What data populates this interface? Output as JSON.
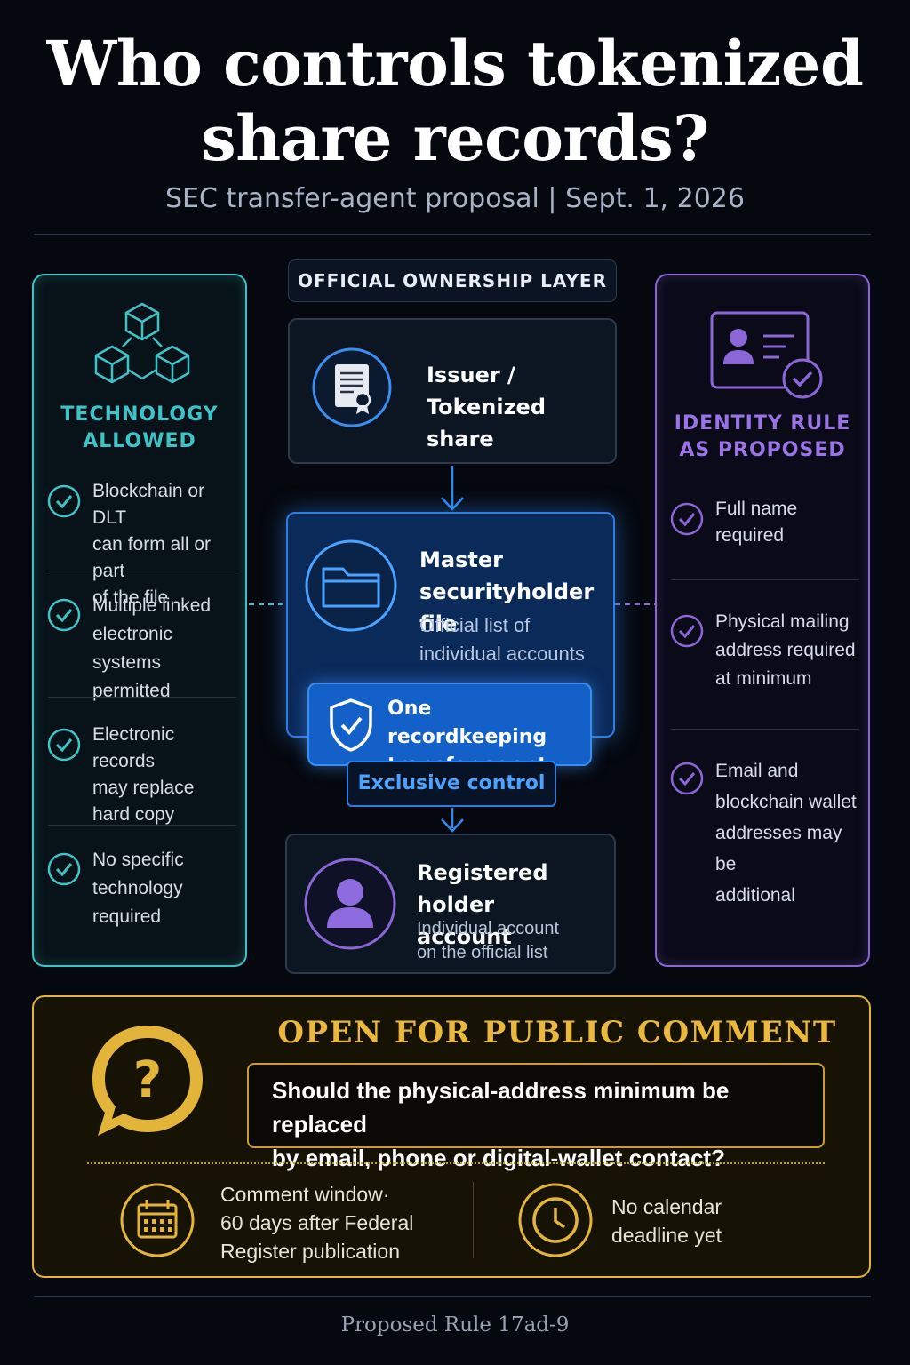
{
  "header": {
    "title_line1": "Who controls tokenized",
    "title_line2": "share records?",
    "subtitle": "SEC transfer-agent proposal | Sept. 1, 2026"
  },
  "technology": {
    "heading_line1": "TECHNOLOGY",
    "heading_line2": "ALLOWED",
    "icon": "blocks-icon",
    "accent": "#3fc3c6",
    "items": [
      {
        "lines": [
          "Blockchain or DLT",
          "can form all or part",
          "of the file"
        ]
      },
      {
        "lines": [
          "Multiple linked",
          "electronic systems",
          "permitted"
        ]
      },
      {
        "lines": [
          "Electronic records",
          "may replace",
          "hard copy"
        ]
      },
      {
        "lines": [
          "No specific",
          "technology",
          "required"
        ]
      }
    ]
  },
  "center": {
    "layer_label": "OFFICIAL OWNERSHIP LAYER",
    "issuer": {
      "title_line1": "Issuer /",
      "title_line2": "Tokenized share",
      "icon": "certificate-icon"
    },
    "master": {
      "title_line1": "Master",
      "title_line2": "securityholder file",
      "sub_line1": "Official list of",
      "sub_line2": "individual accounts",
      "icon": "folder-icon"
    },
    "agent": {
      "title_line1": "One recordkeeping",
      "title_line2": "transfer agent",
      "icon": "shield-check-icon"
    },
    "exclusive": "Exclusive control",
    "holder": {
      "title_line1": "Registered holder",
      "title_line2": "account",
      "sub_line1": "Individual account",
      "sub_line2": "on the official list",
      "icon": "person-icon"
    },
    "accent": "#2f7de0"
  },
  "identity": {
    "heading_line1": "IDENTITY RULE",
    "heading_line2": "AS PROPOSED",
    "icon": "id-card-check-icon",
    "accent": "#8a66d6",
    "items": [
      {
        "lines": [
          "Full name",
          "required"
        ]
      },
      {
        "lines": [
          "Physical mailing",
          "address required",
          "at minimum"
        ]
      },
      {
        "lines": [
          "Email and",
          "blockchain wallet",
          "addresses may be",
          "additional"
        ]
      }
    ]
  },
  "comment": {
    "heading": "OPEN FOR PUBLIC COMMENT",
    "question_line1": "Should the physical-address minimum be replaced",
    "question_line2": "by email, phone or digital-wallet contact?",
    "window_line1": "Comment window·",
    "window_line2": "60 days after Federal",
    "window_line3": "Register publication",
    "deadline_line1": "No calendar",
    "deadline_line2": "deadline yet",
    "accent": "#e2b53a"
  },
  "footer": {
    "text": "Proposed Rule 17ad-9"
  }
}
